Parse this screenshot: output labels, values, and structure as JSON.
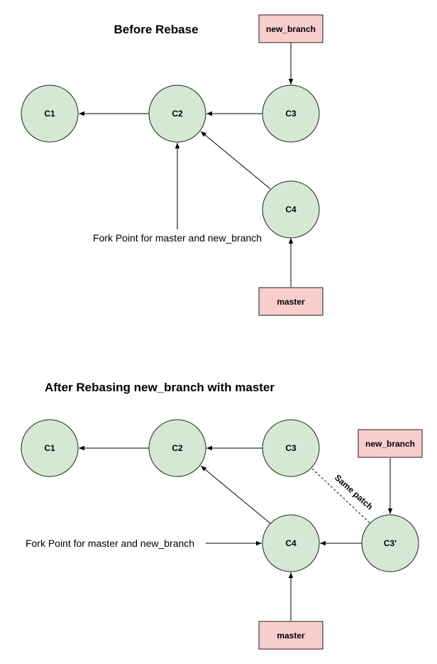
{
  "before": {
    "title": "Before Rebase",
    "commits": {
      "c1": "C1",
      "c2": "C2",
      "c3": "C3",
      "c4": "C4"
    },
    "refs": {
      "new_branch": "new_branch",
      "master": "master"
    },
    "fork_note": "Fork Point for master and new_branch"
  },
  "after": {
    "title": "After Rebasing new_branch with master",
    "commits": {
      "c1": "C1",
      "c2": "C2",
      "c3": "C3",
      "c4": "C4",
      "c3p": "C3'"
    },
    "refs": {
      "new_branch": "new_branch",
      "master": "master"
    },
    "fork_note": "Fork Point for master and new_branch",
    "patch_note": "Same patch"
  },
  "colors": {
    "commit_fill": "#d5e8d4",
    "ref_fill": "#f8cecc",
    "stroke": "#1f1f1f"
  }
}
